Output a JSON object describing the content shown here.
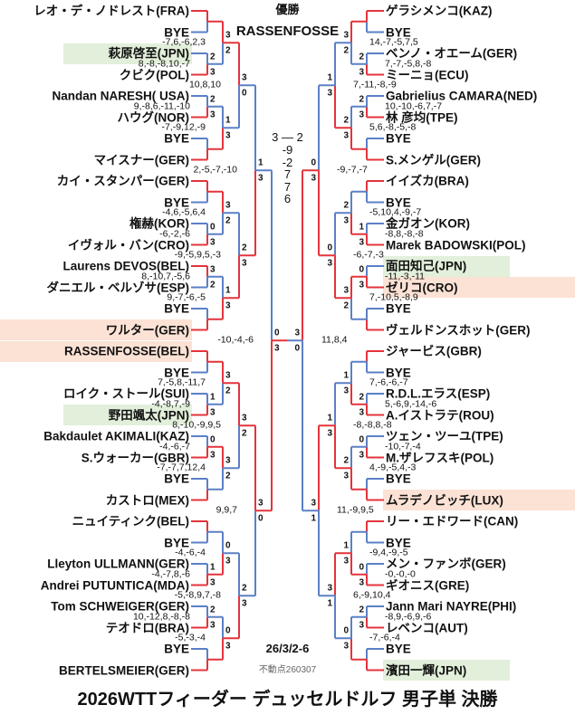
{
  "colors": {
    "winner_line": "#e3343c",
    "loser_line": "#5b80c6",
    "highlight_japan": "#e2efda",
    "highlight_finalist": "#fbe2d5"
  },
  "header": {
    "champion_label": "優勝",
    "champion_name": "RASSENFOSSE"
  },
  "final": {
    "score_left": "3",
    "dash": "—",
    "score_right": "2",
    "games": [
      "-9",
      "-2",
      "7",
      "7",
      "6"
    ],
    "winner": "left"
  },
  "footer": {
    "date": "26/3/2-6",
    "fixed_point": "不動点260307",
    "title": "2026WTTフィーダー デュッセルドルフ 男子単 決勝"
  },
  "left": {
    "players": [
      {
        "name": "レオ・デ・ノドレスト(FRA)"
      },
      {
        "name": "BYE"
      },
      {
        "name": "萩原啓至(JPN)",
        "hl": "green"
      },
      {
        "name": "クビク(POL)"
      },
      {
        "name": "Nandan NARESH( USA)"
      },
      {
        "name": "ハウグ(NOR)"
      },
      {
        "name": "BYE"
      },
      {
        "name": "マイスナー(GER)"
      },
      {
        "name": "カイ・スタンパー(GER)"
      },
      {
        "name": "BYE"
      },
      {
        "name": "権赫(KOR)"
      },
      {
        "name": "イヴォル・バン(CRO)"
      },
      {
        "name": "Laurens DEVOS(BEL)"
      },
      {
        "name": "ダニエル・ベルゾサ(ESP)"
      },
      {
        "name": "BYE"
      },
      {
        "name": "ワルター(GER)",
        "hl": "orange"
      },
      {
        "name": "RASSENFOSSE(BEL)",
        "hl": "orange"
      },
      {
        "name": "BYE"
      },
      {
        "name": "ロイク・ストール(SUI)"
      },
      {
        "name": "野田颯太(JPN)",
        "hl": "green"
      },
      {
        "name": "Bakdaulet AKIMALI(KAZ)"
      },
      {
        "name": "S.ウォーカー(GBR)"
      },
      {
        "name": "BYE"
      },
      {
        "name": "カストロ(MEX)"
      },
      {
        "name": "ニュイティンク(BEL)"
      },
      {
        "name": "BYE"
      },
      {
        "name": "Lleyton ULLMANN(GER)"
      },
      {
        "name": "Andrei PUTUNTICA(MDA)"
      },
      {
        "name": "Tom SCHWEIGER(GER)"
      },
      {
        "name": "テオドロ(BRA)"
      },
      {
        "name": "BYE"
      },
      {
        "name": "BERTELSMEIER(GER)"
      }
    ],
    "rounds": [
      [
        null,
        {
          "score": [
            "2",
            "3"
          ],
          "games": "8,-8,-8,10,-7"
        },
        {
          "score": [
            "2",
            "3"
          ],
          "games": "9,-8,6,-11,-10"
        },
        null,
        null,
        {
          "score": [
            "0",
            "3"
          ],
          "games": "-6,-2,-6"
        },
        {
          "score": [
            "3",
            "2"
          ],
          "games": "8,-10,7,-5,6"
        },
        null,
        null,
        {
          "score": [
            "1",
            "3"
          ],
          "games": "-4,-8,7,-9"
        },
        {
          "score": [
            "0",
            "3"
          ],
          "games": "-4,-6,-7"
        },
        null,
        null,
        {
          "score": [
            "1",
            "3"
          ],
          "games": "-4,-7,8,-6"
        },
        {
          "score": [
            "2",
            "3"
          ],
          "games": "10,-12,8,-8,-8"
        },
        null
      ],
      [
        {
          "score": [
            "3",
            "2"
          ],
          "games": "-7,6,-6,2,3"
        },
        {
          "score": [
            "1",
            "3"
          ],
          "games": "-7,-9,12,-9"
        },
        {
          "score": [
            "3",
            "2"
          ],
          "games": "-4,6,-5,6,4"
        },
        {
          "score": [
            "1",
            "3"
          ],
          "games": "9,-7,-6,-5"
        },
        {
          "score": [
            "3",
            "2"
          ],
          "games": "7,-5,8,-11,7"
        },
        {
          "score": [
            "3",
            "2"
          ],
          "games": "-7,-7,7,12,4"
        },
        {
          "score": [
            "0",
            "3"
          ],
          "games": "-4,-6,-4"
        },
        {
          "score": [
            "0",
            "3"
          ],
          "games": "-5,-3,-4"
        }
      ],
      [
        {
          "score": [
            "3",
            "0"
          ],
          "games": "10,8,10"
        },
        {
          "score": [
            "2",
            "3"
          ],
          "games": "-9,-5,9,5,-3"
        },
        {
          "score": [
            "3",
            "2"
          ],
          "games": "8,-10,-9,9,5"
        },
        {
          "score": [
            "2",
            "3"
          ],
          "games": "-5,-8,9,7,-8"
        }
      ],
      [
        {
          "score": [
            "1",
            "3"
          ],
          "games": "2,-5,-7,-10"
        },
        {
          "score": [
            "3",
            "0"
          ],
          "games": "9,9,7"
        }
      ],
      [
        {
          "score": [
            "0",
            "3"
          ],
          "games": "-10,-4,-6"
        }
      ]
    ]
  },
  "right": {
    "players": [
      {
        "name": "ゲラシメンコ(KAZ)"
      },
      {
        "name": "BYE"
      },
      {
        "name": "ベンノ・オエーム(GER)"
      },
      {
        "name": "ミーニョ(ECU)"
      },
      {
        "name": "Gabrielius CAMARA(NED)"
      },
      {
        "name": "林 彦均(TPE)"
      },
      {
        "name": "BYE"
      },
      {
        "name": "S.メンゲル(GER)"
      },
      {
        "name": "イイズカ(BRA)"
      },
      {
        "name": "BYE"
      },
      {
        "name": "金ガオン(KOR)"
      },
      {
        "name": "Marek BADOWSKI(POL)"
      },
      {
        "name": "面田知己(JPN)",
        "hl": "green"
      },
      {
        "name": "ゼリコ(CRO)",
        "hl": "orange"
      },
      {
        "name": "BYE"
      },
      {
        "name": "ヴェルドンスホット(GER)"
      },
      {
        "name": "ジャービス(GBR)"
      },
      {
        "name": "BYE"
      },
      {
        "name": "R.D.L.エラス(ESP)"
      },
      {
        "name": "A.イストラテ(ROU)"
      },
      {
        "name": "ツェン・ツーユ(TPE)"
      },
      {
        "name": "M.ザレフスキ(POL)"
      },
      {
        "name": "BYE"
      },
      {
        "name": "ムラデノビッチ(LUX)",
        "hl": "orange"
      },
      {
        "name": "リー・エドワード(CAN)"
      },
      {
        "name": "BYE"
      },
      {
        "name": "メン・ファンボ(GER)"
      },
      {
        "name": "ギオニス(GRE)"
      },
      {
        "name": "Jann Mari NAYRE(PHI)"
      },
      {
        "name": "レベンコ(AUT)"
      },
      {
        "name": "BYE"
      },
      {
        "name": "濱田一輝(JPN)",
        "hl": "green"
      }
    ],
    "rounds": [
      [
        null,
        {
          "score": [
            "2",
            "3"
          ],
          "games": "7,-7,-5,8,-8"
        },
        {
          "score": [
            "2",
            "3"
          ],
          "games": "10,-10,-6,7,-7"
        },
        null,
        null,
        {
          "score": [
            "1",
            "3"
          ],
          "games": "-8,8,-8,-8"
        },
        {
          "score": [
            "0",
            "3"
          ],
          "games": "-11,-3,-11"
        },
        null,
        null,
        {
          "score": [
            "2",
            "3"
          ],
          "games": "5,-6,9,-14,-6"
        },
        {
          "score": [
            "0",
            "3"
          ],
          "games": "-10,-7,-4"
        },
        null,
        null,
        {
          "score": [
            "0",
            "3"
          ],
          "games": "-0,-0,-0"
        },
        {
          "score": [
            "2",
            "3"
          ],
          "games": "-8,9,-6,9,-6"
        },
        null
      ],
      [
        {
          "score": [
            "3",
            "2"
          ],
          "games": "14,-7,-5,7,5"
        },
        {
          "score": [
            "2",
            "3"
          ],
          "games": "5,6,-8,-5,-8"
        },
        {
          "score": [
            "2",
            "3"
          ],
          "games": "-5,10,4,-9,-7"
        },
        {
          "score": [
            "3",
            "2"
          ],
          "games": "7,-10,5,-8,9"
        },
        {
          "score": [
            "1",
            "3"
          ],
          "games": "7,-6,-6,-7"
        },
        {
          "score": [
            "2",
            "3"
          ],
          "games": "4,-9,-5,4,-3"
        },
        {
          "score": [
            "1",
            "3"
          ],
          "games": "-9,4,-9,-5"
        },
        {
          "score": [
            "0",
            "3"
          ],
          "games": "-7,-6,-4"
        }
      ],
      [
        {
          "score": [
            "1",
            "3"
          ],
          "games": "7,-11,-8,-9"
        },
        {
          "score": [
            "0",
            "3"
          ],
          "games": "-6,-7,-3"
        },
        {
          "score": [
            "1",
            "3"
          ],
          "games": "-8,-8,8,-8"
        },
        {
          "score": [
            "3",
            "1"
          ],
          "games": "6,-9,10,4"
        }
      ],
      [
        {
          "score": [
            "0",
            "3"
          ],
          "games": "-9,-7,-7"
        },
        {
          "score": [
            "3",
            "1"
          ],
          "games": "11,-9,9,5"
        }
      ],
      [
        {
          "score": [
            "3",
            "0"
          ],
          "games": "11,8,4"
        }
      ]
    ]
  }
}
